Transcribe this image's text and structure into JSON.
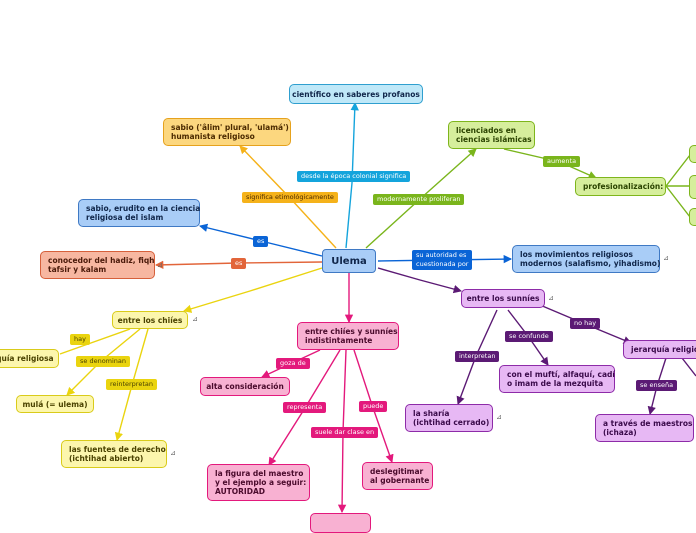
{
  "colors": {
    "blue": "#3f79c4",
    "cyan": "#2f9fcf",
    "orange": "#e6a21d",
    "salmon": "#d6603b",
    "green": "#7eb51c",
    "yellow": "#d9cb1a",
    "pink": "#e3197c",
    "purple": "#8d2ba8"
  },
  "nodes": {
    "ulema": "Ulema",
    "cientifico": "científico en saberes profanos",
    "sabio_alim": "sabio ('âlim' plural, 'ulamá')\nhumanista religioso",
    "sabio_erudito": "sabio, erudito en la ciencia\nreligiosa del islam",
    "conocedor": "conocedor del hadiz, fiqh\ntafsir y kalam",
    "licenciados": "licenciados en\nciencias islámicas",
    "profesionalizacion": "profesionalización:",
    "movimientos": "los movimientos religiosos\nmodernos (salafismo, yihadismo)",
    "chiies": "entre los chiíes",
    "jerarquia_chii": "jerarquía religiosa",
    "mula": "mulá (= ulema)",
    "fuentes": "las fuentes de derecho\n(ichtihad abierto)",
    "ambos": "entre chiíes y sunníes\nindistintamente",
    "alta": "alta consideración",
    "figura": "la figura del maestro\ny el ejemplo a seguir:\nAUTORIDAD",
    "deslegitimar": "deslegitimar\nal gobernante",
    "sunnies": "entre los sunníes",
    "sharia": "la sharía\n(ichtihad cerrado)",
    "mufti": "con el muftí, alfaquí, cadí\no imam de la mezquita",
    "jerarquia_sunni": "jerarquía religiosa",
    "maestros": "a través de maestros\n(ichaza)"
  },
  "labels": {
    "desde_epoca": "desde la época colonial significa",
    "significa_etim": "significa etimológicamente",
    "modernamente": "modernamente proliferan",
    "aumenta": "aumenta",
    "es1": "es",
    "es2": "es",
    "autoridad": "su autoridad es\ncuestionada por",
    "hay": "hay",
    "se_denominan": "se denominan",
    "reinterpretan": "reinterpretan",
    "goza_de": "goza de",
    "representa": "representa",
    "suele_dar": "suele dar clase en",
    "puede": "puede",
    "interpretan": "interpretan",
    "se_confunde": "se confunde",
    "no_hay": "no hay",
    "se_ensena": "se enseña"
  },
  "icons": {
    "link_icon_name": "link-icon",
    "glyph": "⊿"
  }
}
